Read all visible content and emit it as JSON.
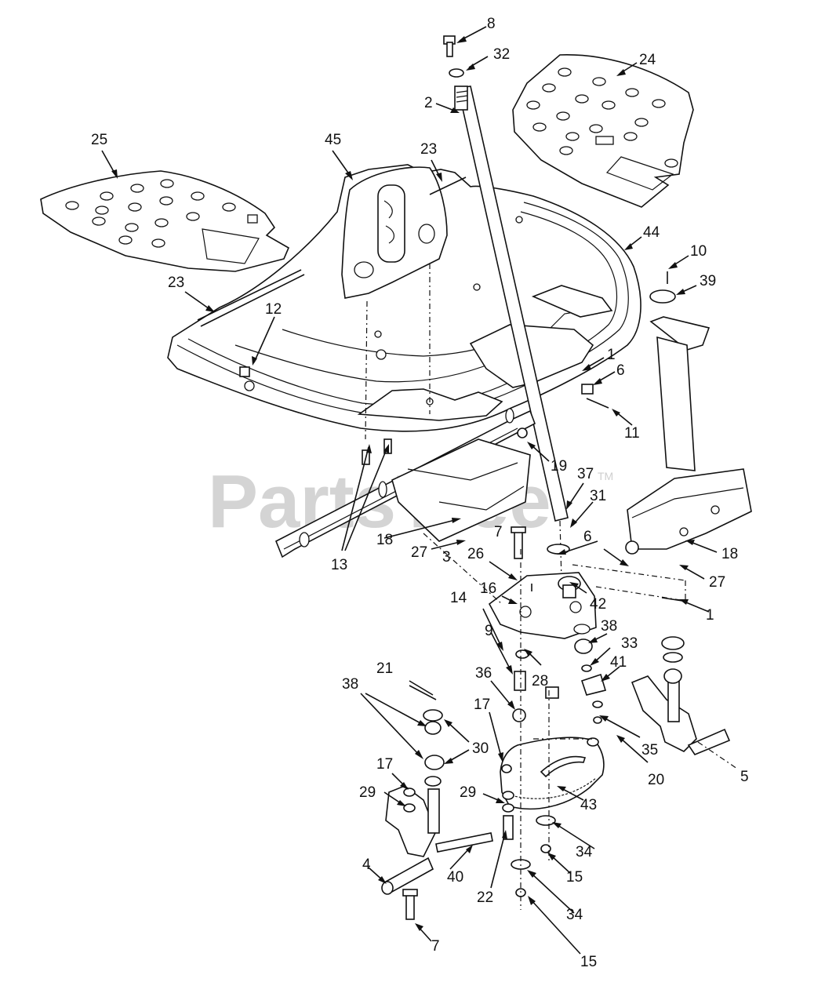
{
  "watermark": {
    "text": "PartsTree",
    "tm": "TM"
  },
  "callouts": [
    {
      "id": "c8",
      "text": "8"
    },
    {
      "id": "c32",
      "text": "32"
    },
    {
      "id": "c2",
      "text": "2"
    },
    {
      "id": "c24",
      "text": "24"
    },
    {
      "id": "c25",
      "text": "25"
    },
    {
      "id": "c45",
      "text": "45"
    },
    {
      "id": "c23a",
      "text": "23"
    },
    {
      "id": "c23b",
      "text": "23"
    },
    {
      "id": "c44",
      "text": "44"
    },
    {
      "id": "c10",
      "text": "10"
    },
    {
      "id": "c39",
      "text": "39"
    },
    {
      "id": "c12",
      "text": "12"
    },
    {
      "id": "c1a",
      "text": "1"
    },
    {
      "id": "c6a",
      "text": "6"
    },
    {
      "id": "c11",
      "text": "11"
    },
    {
      "id": "c19",
      "text": "19"
    },
    {
      "id": "c37",
      "text": "37"
    },
    {
      "id": "c31",
      "text": "31"
    },
    {
      "id": "c13",
      "text": "13"
    },
    {
      "id": "c18a",
      "text": "18"
    },
    {
      "id": "c27a",
      "text": "27"
    },
    {
      "id": "c7a",
      "text": "7"
    },
    {
      "id": "c3",
      "text": "3"
    },
    {
      "id": "c26",
      "text": "26"
    },
    {
      "id": "c6b",
      "text": "6"
    },
    {
      "id": "c18b",
      "text": "18"
    },
    {
      "id": "c27b",
      "text": "27"
    },
    {
      "id": "c16",
      "text": "16"
    },
    {
      "id": "c42",
      "text": "42"
    },
    {
      "id": "c1b",
      "text": "1"
    },
    {
      "id": "c14",
      "text": "14"
    },
    {
      "id": "c38a",
      "text": "38"
    },
    {
      "id": "c33",
      "text": "33"
    },
    {
      "id": "c9",
      "text": "9"
    },
    {
      "id": "c28",
      "text": "28"
    },
    {
      "id": "c41",
      "text": "41"
    },
    {
      "id": "c21",
      "text": "21"
    },
    {
      "id": "c36",
      "text": "36"
    },
    {
      "id": "c38b",
      "text": "38"
    },
    {
      "id": "c17a",
      "text": "17"
    },
    {
      "id": "c30",
      "text": "30"
    },
    {
      "id": "c35",
      "text": "35"
    },
    {
      "id": "c20",
      "text": "20"
    },
    {
      "id": "c5",
      "text": "5"
    },
    {
      "id": "c17b",
      "text": "17"
    },
    {
      "id": "c29a",
      "text": "29"
    },
    {
      "id": "c29b",
      "text": "29"
    },
    {
      "id": "c43",
      "text": "43"
    },
    {
      "id": "c34a",
      "text": "34"
    },
    {
      "id": "c4",
      "text": "4"
    },
    {
      "id": "c40",
      "text": "40"
    },
    {
      "id": "c15a",
      "text": "15"
    },
    {
      "id": "c22",
      "text": "22"
    },
    {
      "id": "c34b",
      "text": "34"
    },
    {
      "id": "c7b",
      "text": "7"
    },
    {
      "id": "c15b",
      "text": "15"
    }
  ]
}
